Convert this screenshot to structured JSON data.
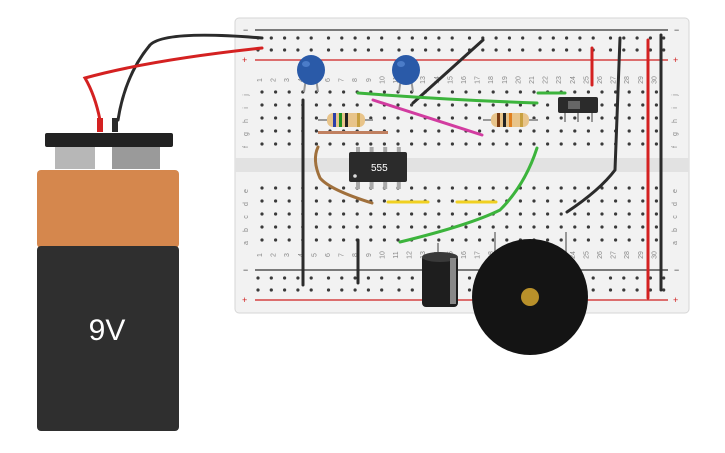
{
  "battery": {
    "label": "9V",
    "colors": {
      "cap": "#d5874d",
      "body": "#2f2f2f",
      "terminal": "#b7b7b7",
      "top": "#222222"
    }
  },
  "breadboard": {
    "row_letters_top": [
      "j",
      "i",
      "h",
      "g",
      "f"
    ],
    "row_letters_bottom": [
      "e",
      "d",
      "c",
      "b",
      "a"
    ],
    "column_numbers": [
      "1",
      "2",
      "3",
      "4",
      "5",
      "6",
      "7",
      "8",
      "9",
      "10",
      "11",
      "12",
      "13",
      "14",
      "15",
      "16",
      "17",
      "18",
      "19",
      "20",
      "21",
      "22",
      "23",
      "24",
      "25",
      "26",
      "27",
      "28",
      "29",
      "30"
    ],
    "rail_minus_label": "−",
    "rail_plus_label": "+",
    "colors": {
      "board": "#f2f2f2",
      "rail_red": "#d02020",
      "rail_black": "#333333"
    }
  },
  "components": {
    "ic": {
      "label": "555",
      "kind": "timer-chip"
    },
    "capacitors_ceramic": [
      "capacitor-1",
      "capacitor-2"
    ],
    "capacitor_electrolytic": "electrolytic-capacitor",
    "resistors": [
      "resistor-1",
      "resistor-2"
    ],
    "buzzer": "piezo-buzzer",
    "switch": "slide-switch"
  },
  "wire_colors": {
    "red": "#d42121",
    "black": "#2b2b2b",
    "green": "#3cb43c",
    "magenta": "#d23ca0",
    "brown": "#a0703c",
    "yellow": "#f0d020"
  }
}
